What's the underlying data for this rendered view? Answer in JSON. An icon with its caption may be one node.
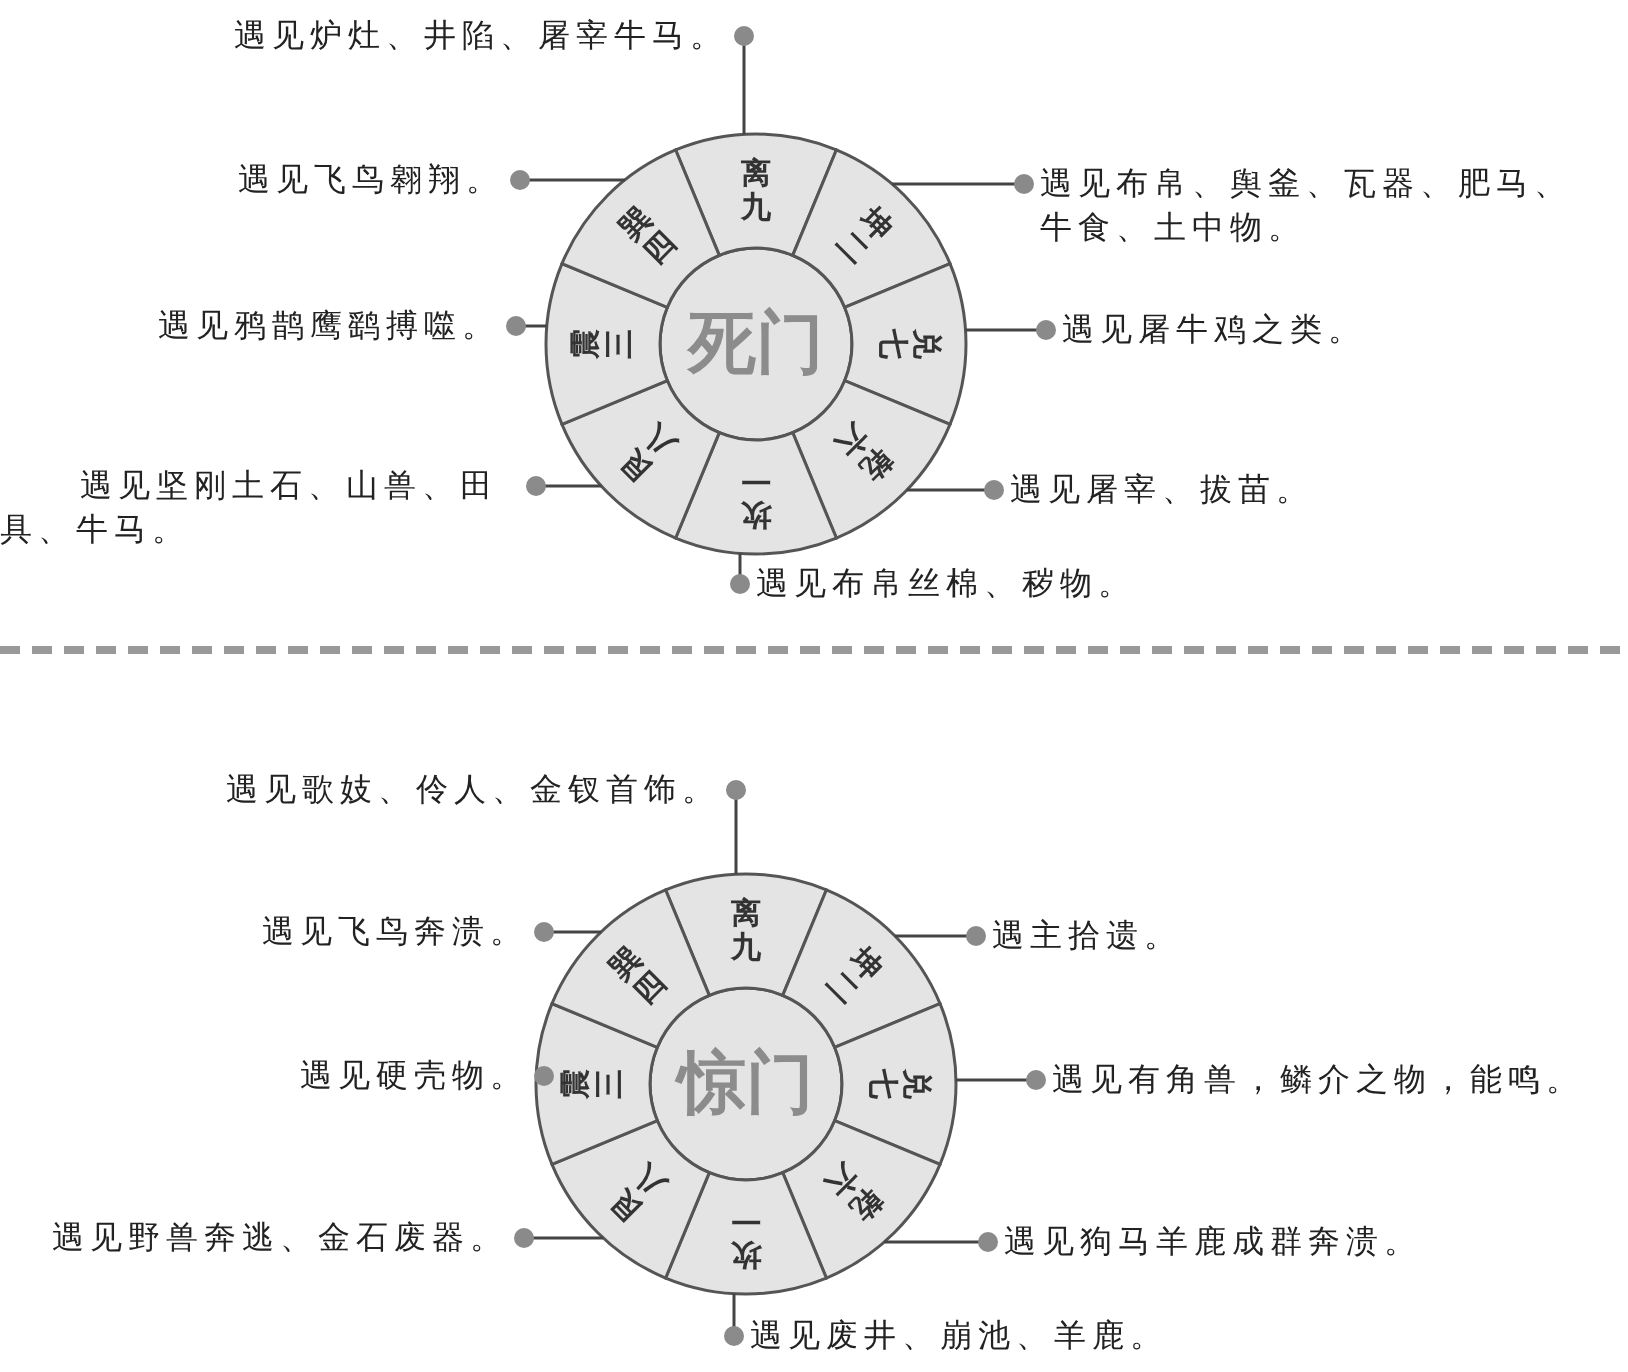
{
  "diagram": {
    "nodes": [
      {
        "text": [
          "死门"
        ]
      },
      {
        "text": [
          "离九"
        ]
      },
      {
        "text": [
          "坤二"
        ]
      },
      {
        "text": [
          "兑七"
        ]
      },
      {
        "text": [
          "乾六"
        ]
      },
      {
        "text": [
          "坎一"
        ]
      },
      {
        "text": [
          "艮八"
        ]
      },
      {
        "text": [
          "震三"
        ]
      },
      {
        "text": [
          "巽四"
        ]
      },
      {
        "text": [
          "遇见炉灶、井陷、屠宰牛马。"
        ]
      },
      {
        "text": [
          "遇见布帛、舆釜、瓦器、肥马、牛食、土中物。"
        ]
      },
      {
        "text": [
          "遇见屠牛鸡之类。"
        ]
      },
      {
        "text": [
          "遇见屠宰、拔苗。"
        ]
      },
      {
        "text": [
          "遇见布帛丝棉、秽物。"
        ]
      },
      {
        "text": [
          "遇见坚刚土石、山兽、田具、牛马。"
        ]
      },
      {
        "text": [
          "遇见鸦鹊鹰鹞搏噬。"
        ]
      },
      {
        "text": [
          "遇见飞鸟翱翔。"
        ]
      },
      {
        "text": [
          "惊门"
        ]
      },
      {
        "text": [
          "离九"
        ]
      },
      {
        "text": [
          "坤二"
        ]
      },
      {
        "text": [
          "兑七"
        ]
      },
      {
        "text": [
          "乾六"
        ]
      },
      {
        "text": [
          "坎一"
        ]
      },
      {
        "text": [
          "艮八"
        ]
      },
      {
        "text": [
          "震三"
        ]
      },
      {
        "text": [
          "巽四"
        ]
      },
      {
        "text": [
          "遇见歌妓、伶人、金钗首饰。"
        ]
      },
      {
        "text": [
          "遇主拾遗。"
        ]
      },
      {
        "text": [
          "遇见有角兽，鳞介之物，能鸣。"
        ]
      },
      {
        "text": [
          "遇见狗马羊鹿成群奔溃。"
        ]
      },
      {
        "text": [
          "遇见废井、崩池、羊鹿。"
        ]
      },
      {
        "text": [
          "遇见野兽奔逃、金石废器。"
        ]
      },
      {
        "text": [
          "遇见硬壳物。"
        ]
      },
      {
        "text": [
          "遇见飞鸟奔溃。"
        ]
      }
    ],
    "edges": [
      {
        "from": 9,
        "to": 1,
        "arrow": "other"
      },
      {
        "from": 10,
        "to": 2,
        "arrow": "other"
      },
      {
        "from": 11,
        "to": 3,
        "arrow": "other"
      },
      {
        "from": 12,
        "to": 4,
        "arrow": "other"
      },
      {
        "from": 13,
        "to": 5,
        "arrow": "other"
      },
      {
        "from": 14,
        "to": 6,
        "arrow": "other"
      },
      {
        "from": 15,
        "to": 7,
        "arrow": "other"
      },
      {
        "from": 16,
        "to": 8,
        "arrow": "other"
      },
      {
        "from": 26,
        "to": 18,
        "arrow": "other"
      },
      {
        "from": 27,
        "to": 19,
        "arrow": "other"
      },
      {
        "from": 28,
        "to": 20,
        "arrow": "other"
      },
      {
        "from": 29,
        "to": 21,
        "arrow": "other"
      },
      {
        "from": 30,
        "to": 22,
        "arrow": "other"
      },
      {
        "from": 31,
        "to": 23,
        "arrow": "other"
      },
      {
        "from": 32,
        "to": 24,
        "arrow": "other"
      },
      {
        "from": 33,
        "to": 25,
        "arrow": "other"
      }
    ]
  }
}
